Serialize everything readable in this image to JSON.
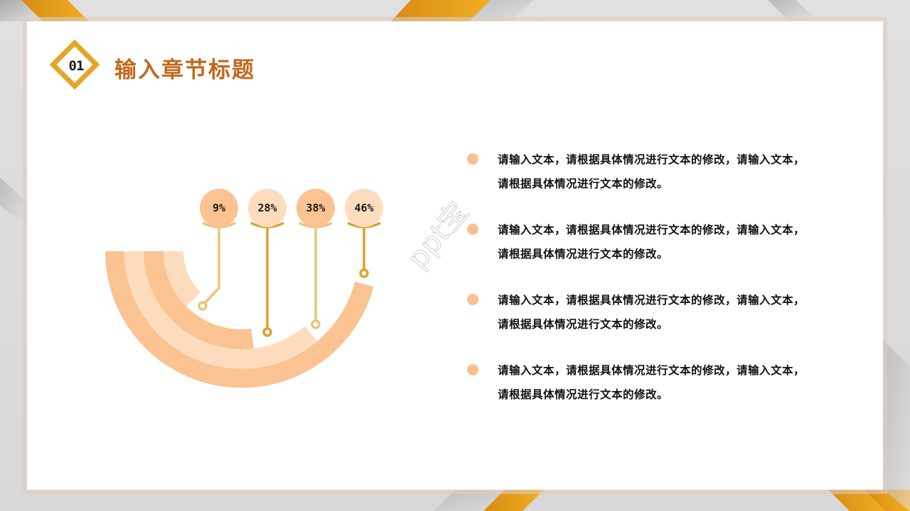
{
  "slide": {
    "section_number": "01",
    "title": "输入章节标题"
  },
  "colors": {
    "accent_gold": "#E6A52A",
    "title_brown": "#C0691C",
    "peach_dark": "#FBC391",
    "peach_light": "#FDDCBD",
    "stem_light": "#E8C57A",
    "stem_dark": "#D9A22E",
    "bullet": "#F9C08E"
  },
  "chart_data": {
    "type": "radial-bar",
    "title": "",
    "categories": [
      "9%",
      "28%",
      "38%",
      "46%"
    ],
    "values": [
      9,
      28,
      38,
      46
    ],
    "unit": "%",
    "labels": [
      "9%",
      "28%",
      "38%",
      "46%"
    ],
    "layout": "concentric half-ring arcs, innermost = 9%, outermost = 46%"
  },
  "bullets": [
    {
      "text": "请输入文本，请根据具体情况进行文本的修改，请输入文本，请根据具体情况进行文本的修改。"
    },
    {
      "text": "请输入文本，请根据具体情况进行文本的修改，请输入文本，请根据具体情况进行文本的修改。"
    },
    {
      "text": "请输入文本，请根据具体情况进行文本的修改，请输入文本，请根据具体情况进行文本的修改。"
    },
    {
      "text": "请输入文本，请根据具体情况进行文本的修改，请输入文本，请根据具体情况进行文本的修改。"
    }
  ],
  "watermark": "ppt宝"
}
